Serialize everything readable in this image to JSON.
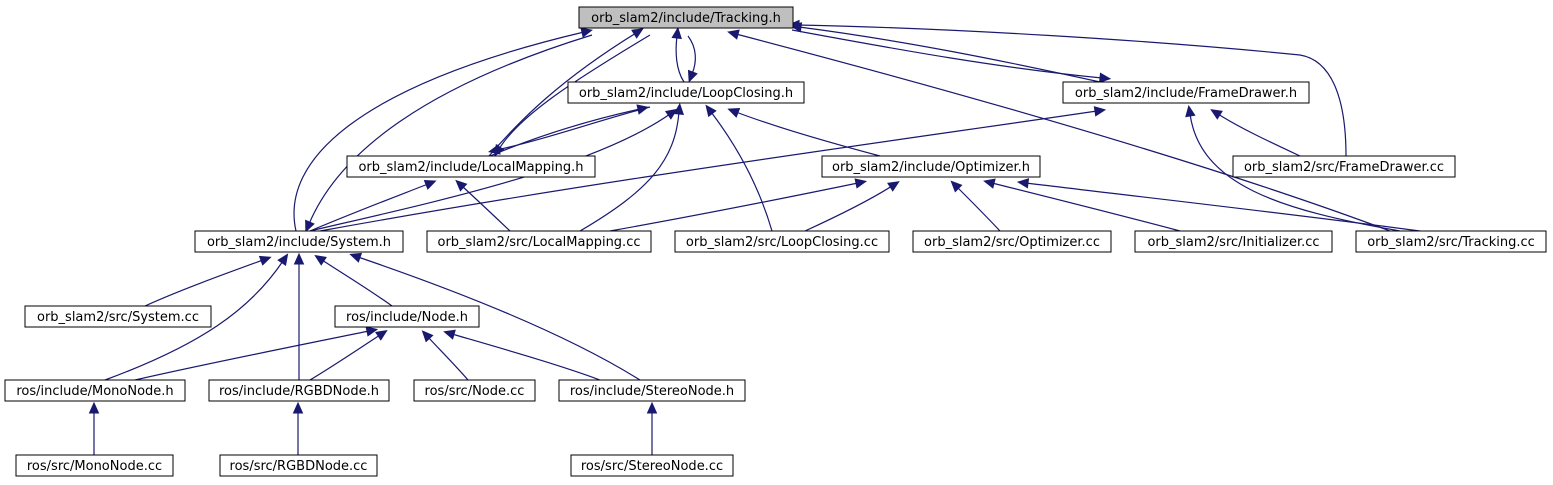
{
  "diagram": {
    "title": "",
    "colors": {
      "root_fill": "#bfbfbf",
      "node_fill": "#ffffff",
      "node_border": "#000000",
      "edge": "#191970"
    },
    "nodes": {
      "tracking_h": "orb_slam2/include/Tracking.h",
      "loopclosing_h": "orb_slam2/include/LoopClosing.h",
      "framedrawer_h": "orb_slam2/include/FrameDrawer.h",
      "localmapping_h": "orb_slam2/include/LocalMapping.h",
      "optimizer_h": "orb_slam2/include/Optimizer.h",
      "framedrawer_cc": "orb_slam2/src/FrameDrawer.cc",
      "system_h": "orb_slam2/include/System.h",
      "localmapping_cc": "orb_slam2/src/LocalMapping.cc",
      "loopclosing_cc": "orb_slam2/src/LoopClosing.cc",
      "optimizer_cc": "orb_slam2/src/Optimizer.cc",
      "initializer_cc": "orb_slam2/src/Initializer.cc",
      "tracking_cc": "orb_slam2/src/Tracking.cc",
      "system_cc": "orb_slam2/src/System.cc",
      "node_h": "ros/include/Node.h",
      "mononode_h": "ros/include/MonoNode.h",
      "rgbdnode_h": "ros/include/RGBDNode.h",
      "node_cc": "ros/src/Node.cc",
      "stereonode_h": "ros/include/StereoNode.h",
      "mononode_cc": "ros/src/MonoNode.cc",
      "rgbdnode_cc": "ros/src/RGBDNode.cc",
      "stereonode_cc": "ros/src/StereoNode.cc"
    },
    "edges": [
      [
        "loopclosing_h",
        "tracking_h"
      ],
      [
        "tracking_h",
        "loopclosing_h"
      ],
      [
        "localmapping_h",
        "tracking_h"
      ],
      [
        "tracking_h",
        "localmapping_h"
      ],
      [
        "system_h",
        "tracking_h"
      ],
      [
        "tracking_h",
        "system_h"
      ],
      [
        "framedrawer_h",
        "tracking_h"
      ],
      [
        "tracking_h",
        "framedrawer_h"
      ],
      [
        "tracking_cc",
        "tracking_h"
      ],
      [
        "framedrawer_cc",
        "tracking_h"
      ],
      [
        "localmapping_h",
        "loopclosing_h"
      ],
      [
        "loopclosing_h",
        "localmapping_h"
      ],
      [
        "system_h",
        "loopclosing_h"
      ],
      [
        "localmapping_cc",
        "loopclosing_h"
      ],
      [
        "loopclosing_cc",
        "loopclosing_h"
      ],
      [
        "optimizer_h",
        "loopclosing_h"
      ],
      [
        "system_h",
        "framedrawer_h"
      ],
      [
        "framedrawer_cc",
        "framedrawer_h"
      ],
      [
        "tracking_cc",
        "framedrawer_h"
      ],
      [
        "system_h",
        "localmapping_h"
      ],
      [
        "localmapping_cc",
        "localmapping_h"
      ],
      [
        "localmapping_cc",
        "optimizer_h"
      ],
      [
        "loopclosing_cc",
        "optimizer_h"
      ],
      [
        "optimizer_cc",
        "optimizer_h"
      ],
      [
        "initializer_cc",
        "optimizer_h"
      ],
      [
        "tracking_cc",
        "optimizer_h"
      ],
      [
        "system_cc",
        "system_h"
      ],
      [
        "node_h",
        "system_h"
      ],
      [
        "mononode_h",
        "system_h"
      ],
      [
        "rgbdnode_h",
        "system_h"
      ],
      [
        "stereonode_h",
        "system_h"
      ],
      [
        "mononode_h",
        "node_h"
      ],
      [
        "rgbdnode_h",
        "node_h"
      ],
      [
        "node_cc",
        "node_h"
      ],
      [
        "stereonode_h",
        "node_h"
      ],
      [
        "mononode_cc",
        "mononode_h"
      ],
      [
        "rgbdnode_cc",
        "rgbdnode_h"
      ],
      [
        "stereonode_cc",
        "stereonode_h"
      ]
    ]
  }
}
